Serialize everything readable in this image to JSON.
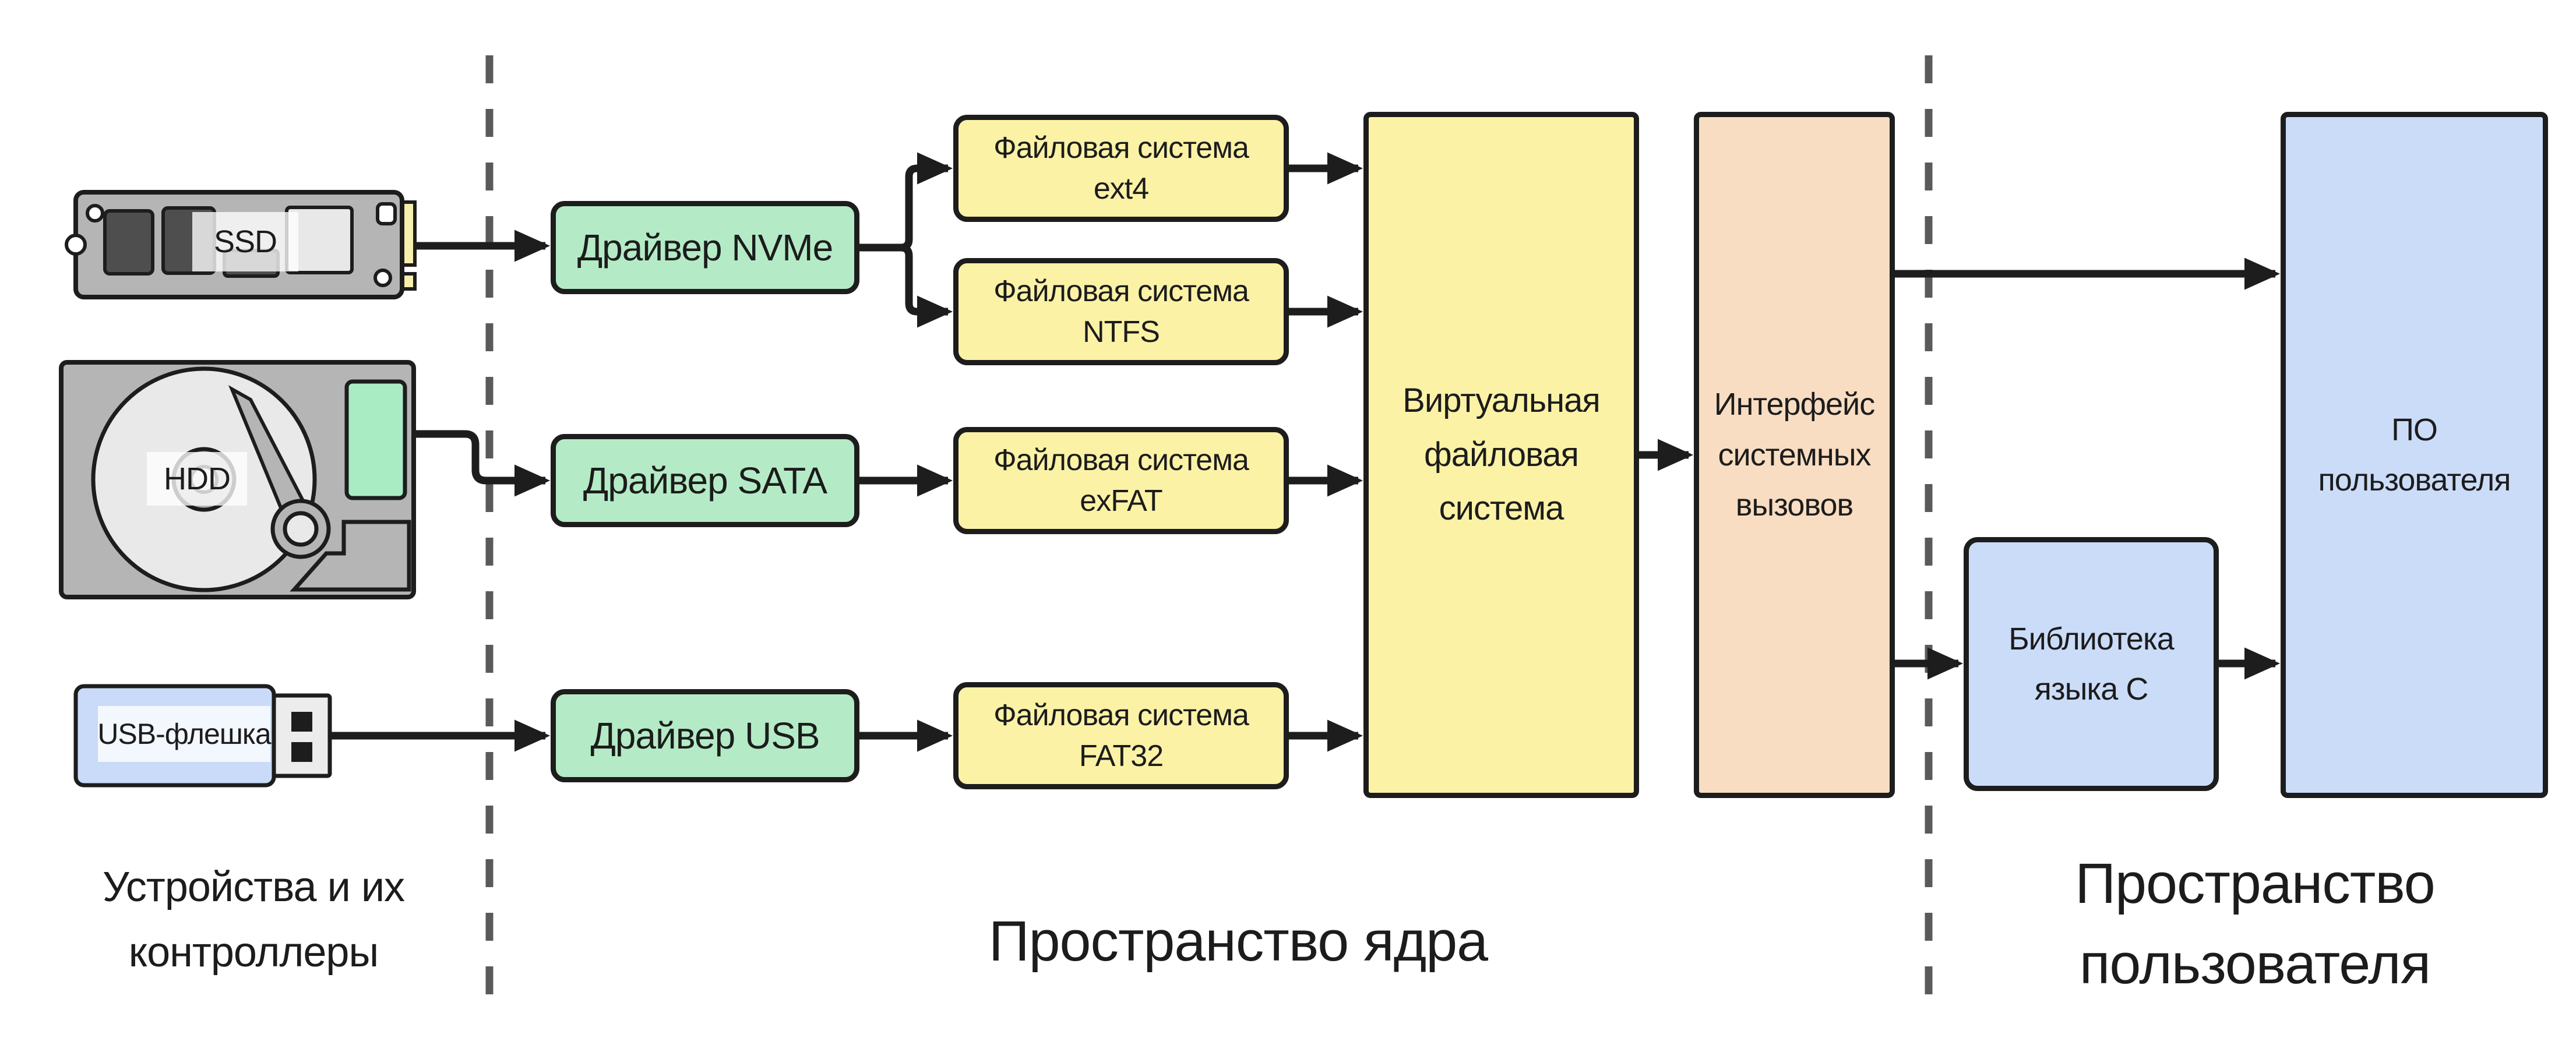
{
  "colors": {
    "canvas_bg": "#ffffff",
    "arrow": "#1d1d1d",
    "dashed_line": "#5a5a5a",
    "box_border": "#1d1d1d",
    "driver_fill": "#b4ebc6",
    "fs_fill": "#fbf2a6",
    "vfs_fill": "#fbf2a6",
    "syscall_fill": "#f8ddc2",
    "user_fill": "#cbdcf9",
    "text": "#1c1c1c",
    "device_body": "#b5b5b5",
    "device_dark_chip": "#4e4e4e",
    "device_light": "#e8e8e8",
    "device_connector_yellow": "#f7efae",
    "hdd_green_chip": "#a9ecc4",
    "usb_body": "#c9dbf8",
    "label_bg": "rgba(255,255,255,0.78)"
  },
  "devices": {
    "ssd": {
      "label": "SSD"
    },
    "hdd": {
      "label": "HDD"
    },
    "usb": {
      "label": "USB-флешка"
    }
  },
  "kernel": {
    "driver_nvme": {
      "label": "Драйвер NVMe"
    },
    "driver_sata": {
      "label": "Драйвер SATA"
    },
    "driver_usb": {
      "label": "Драйвер USB"
    },
    "fs_ext4": {
      "label": "Файловая система\next4"
    },
    "fs_ntfs": {
      "label": "Файловая система\nNTFS"
    },
    "fs_exfat": {
      "label": "Файловая система\nexFAT"
    },
    "fs_fat32": {
      "label": "Файловая система\nFAT32"
    },
    "vfs": {
      "label": "Виртуальная\nфайловая\nсистема"
    },
    "syscall_interface": {
      "label": "Интерфейс\nсистемных\nвызовов"
    }
  },
  "user": {
    "libc": {
      "label": "Библиотека\nязыка C"
    },
    "user_software": {
      "label": "ПО\nпользователя"
    }
  },
  "sections": {
    "devices": {
      "label": "Устройства и их\nконтроллеры"
    },
    "kernel": {
      "label": "Пространство ядра"
    },
    "user": {
      "label": "Пространство\nпользователя"
    }
  }
}
